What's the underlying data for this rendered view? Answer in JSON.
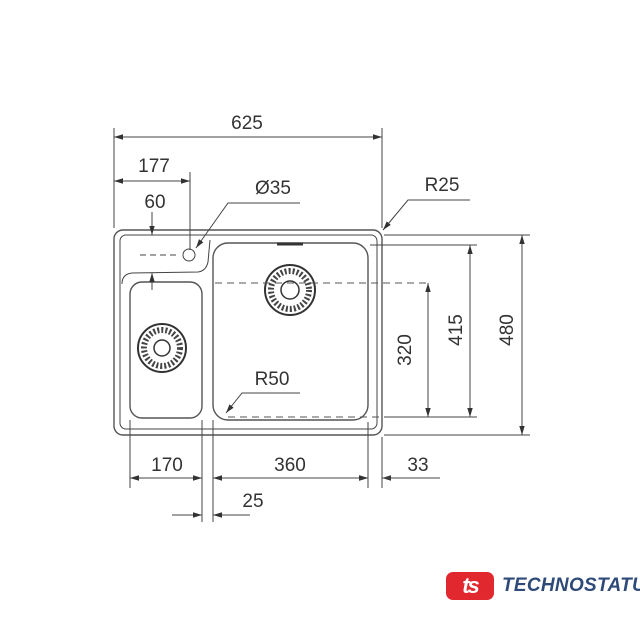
{
  "drawing": {
    "dimensions": {
      "overall_width": "625",
      "shelf_width": "177",
      "tap_offset": "60",
      "tap_hole": "Ø35",
      "corner_radius": "R25",
      "bowl_radius": "R50",
      "bowl_depth": "320",
      "bowl_length": "415",
      "overall_depth": "480",
      "small_bowl_width": "170",
      "large_bowl_width": "360",
      "right_rim": "33",
      "divider": "25"
    }
  },
  "brand": {
    "logo_mark": "ts",
    "name": "TECHNOSTATUS",
    "color": "#e0282e",
    "text_color": "#2d4a78"
  }
}
